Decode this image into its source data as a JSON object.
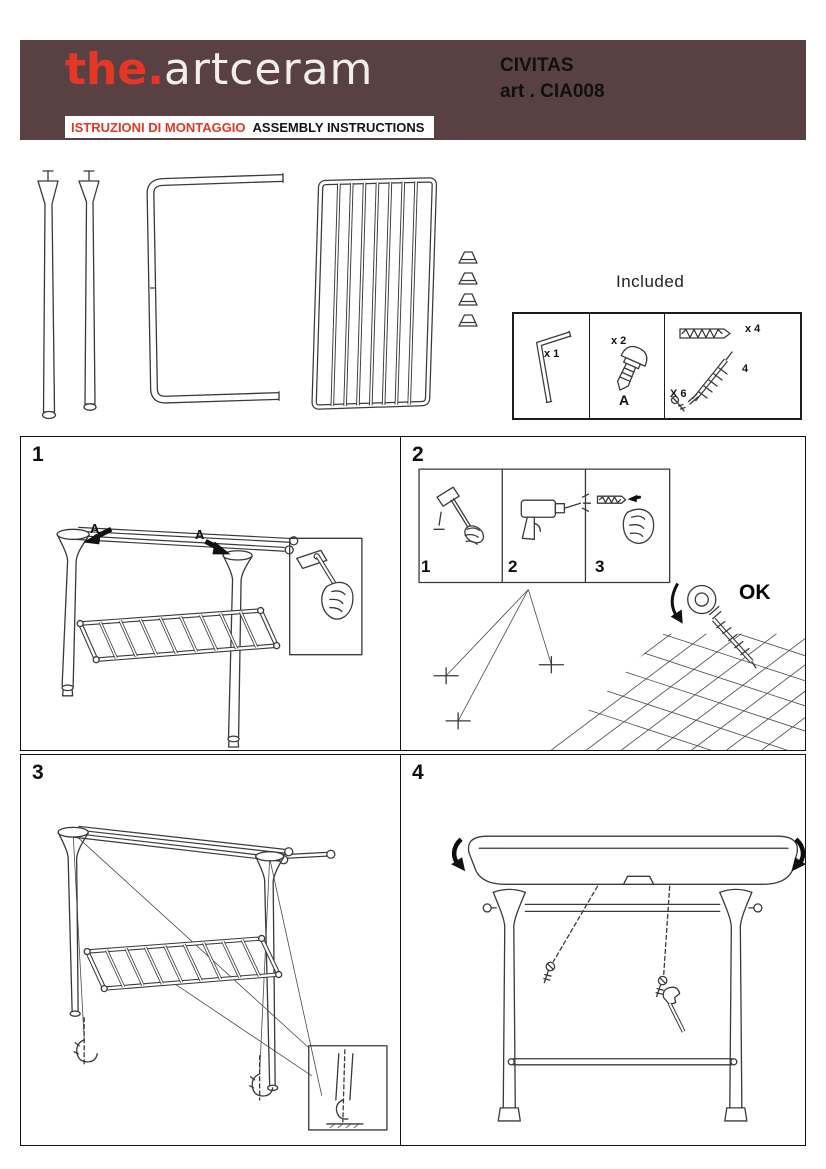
{
  "colors": {
    "header_bg": "#594143",
    "brand_red": "#e53726",
    "ink": "#3a3a3a",
    "text": "#141414"
  },
  "header": {
    "logo_the": "the.",
    "logo_rest": "artceram",
    "subtitle_it": "ISTRUZIONI DI MONTAGGIO",
    "subtitle_en": "ASSEMBLY INSTRUCTIONS",
    "product_name": "CIVITAS",
    "product_code": "art . CIA008"
  },
  "parts": {
    "included_label": "Included",
    "kit": [
      {
        "name": "allen-key",
        "qty": "x 1"
      },
      {
        "name": "fixing-screw",
        "qty": "x 2",
        "label": "A"
      },
      {
        "name": "wall-plug",
        "qty": "x 4"
      },
      {
        "name": "long-screw",
        "qty": "4"
      },
      {
        "name": "small-screw",
        "qty": "X 6"
      }
    ]
  },
  "steps": [
    {
      "number": "1",
      "labels": [
        "A",
        "A"
      ]
    },
    {
      "number": "2",
      "tool_steps": [
        "1",
        "2",
        "3"
      ],
      "ok_label": "OK"
    },
    {
      "number": "3"
    },
    {
      "number": "4"
    }
  ]
}
